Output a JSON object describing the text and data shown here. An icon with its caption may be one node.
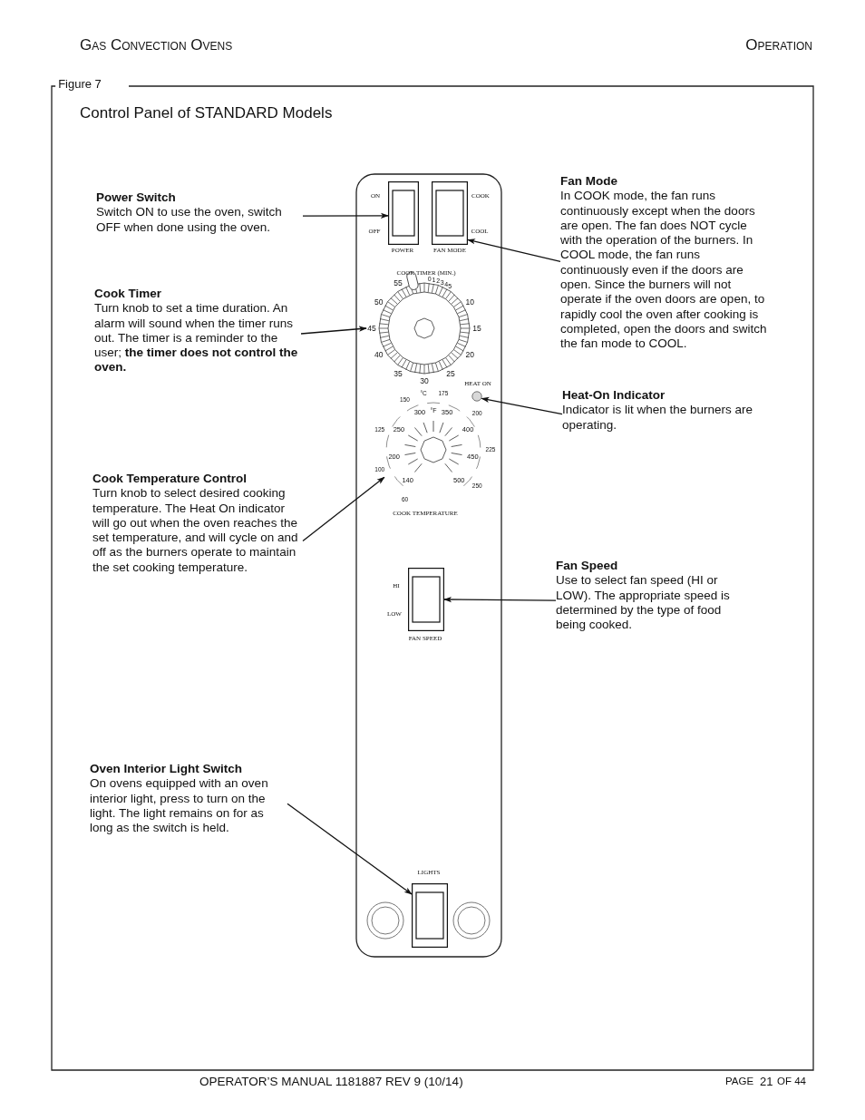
{
  "diagram": {
    "title": "Control Panel of STANDARD Models",
    "nodes": [
      {
        "text": [
          "Power Switch",
          "Switch ON to use the oven, switch OFF when done using the oven."
        ]
      },
      {
        "text": [],
        "shape": "box",
        "beside": [
          "POWER"
        ]
      },
      {
        "text": [
          "Fan Mode",
          "In COOK mode, the fan runs continuously except when the doors are open. The fan does NOT cycle with the operation of the burners. In COOL mode, the fan runs continuously even if the doors are open. Since the burners will not operate if the oven doors are open, to rapidly cool the oven after cooking is completed, open the doors and switch the fan mode to COOL."
        ]
      },
      {
        "text": [],
        "shape": "box",
        "beside": [
          "FAN MODE"
        ]
      },
      {
        "text": [
          "Cook Timer",
          "Turn knob to set a time duration. An alarm will sound when the timer runs out. The timer is a reminder to the user; **the timer does not control the oven.**"
        ]
      },
      {
        "text": [],
        "shape": "circle",
        "beside": [
          "COOK TIMER (MIN.)"
        ]
      },
      {
        "text": [
          "Heat-On Indicator",
          "Indicator is lit when the burners are operating."
        ]
      },
      {
        "text": [],
        "shape": "circle",
        "beside": [
          "HEAT ON"
        ]
      },
      {
        "text": [
          "Cook Temperature Control",
          "Turn knob to select desired cooking temperature. The Heat On indicator will go out when the oven reaches the set temperature, and will cycle on and off as the burners operate to maintain the set cooking temperature."
        ]
      },
      {
        "text": [],
        "shape": "circle"
      },
      {
        "text": [
          "Fan Speed",
          "Use to select fan speed (HI or LOW). The appropriate speed is determined by the type of food being cooked."
        ]
      },
      {
        "text": [],
        "shape": "box",
        "beside": [
          "FAN SPEED"
        ]
      },
      {
        "text": [
          "Oven Interior Light Switch",
          "On ovens equipped with an oven interior light, press to turn on the light. The light remains on for as long as the switch is held."
        ]
      },
      {
        "text": [],
        "shape": "box",
        "beside": [
          "LIGHTS"
        ]
      }
    ],
    "edges": [
      {
        "from": 0,
        "to": 1,
        "arrow": "to"
      },
      {
        "from": 2,
        "to": 3,
        "arrow": "to"
      },
      {
        "from": 4,
        "to": 5,
        "arrow": "to"
      },
      {
        "from": 6,
        "to": 7,
        "arrow": "to"
      },
      {
        "from": 8,
        "to": 9,
        "arrow": "to"
      },
      {
        "from": 10,
        "to": 11,
        "arrow": "to"
      },
      {
        "from": 12,
        "to": 13,
        "arrow": "to"
      }
    ],
    "labels": [
      "Gas Convection Ovens",
      "Operation",
      "Figure 7",
      "ON",
      "OFF",
      "COOK",
      "COOL",
      "0",
      "1",
      "2",
      "3",
      "4",
      "5",
      "10",
      "15",
      "20",
      "25",
      "30",
      "35",
      "40",
      "45",
      "50",
      "55",
      "140",
      "200",
      "250",
      "300",
      "350",
      "400",
      "450",
      "500",
      "60",
      "100",
      "125",
      "150",
      "175",
      "200",
      "225",
      "250",
      "°F",
      "°C",
      "HI",
      "LOW",
      "OPERATOR’S MANUAL 1181887 REV 9 (10/14)",
      "PAGE",
      "21",
      "OF 44",
      "COOK TEMPERATURE"
    ]
  }
}
